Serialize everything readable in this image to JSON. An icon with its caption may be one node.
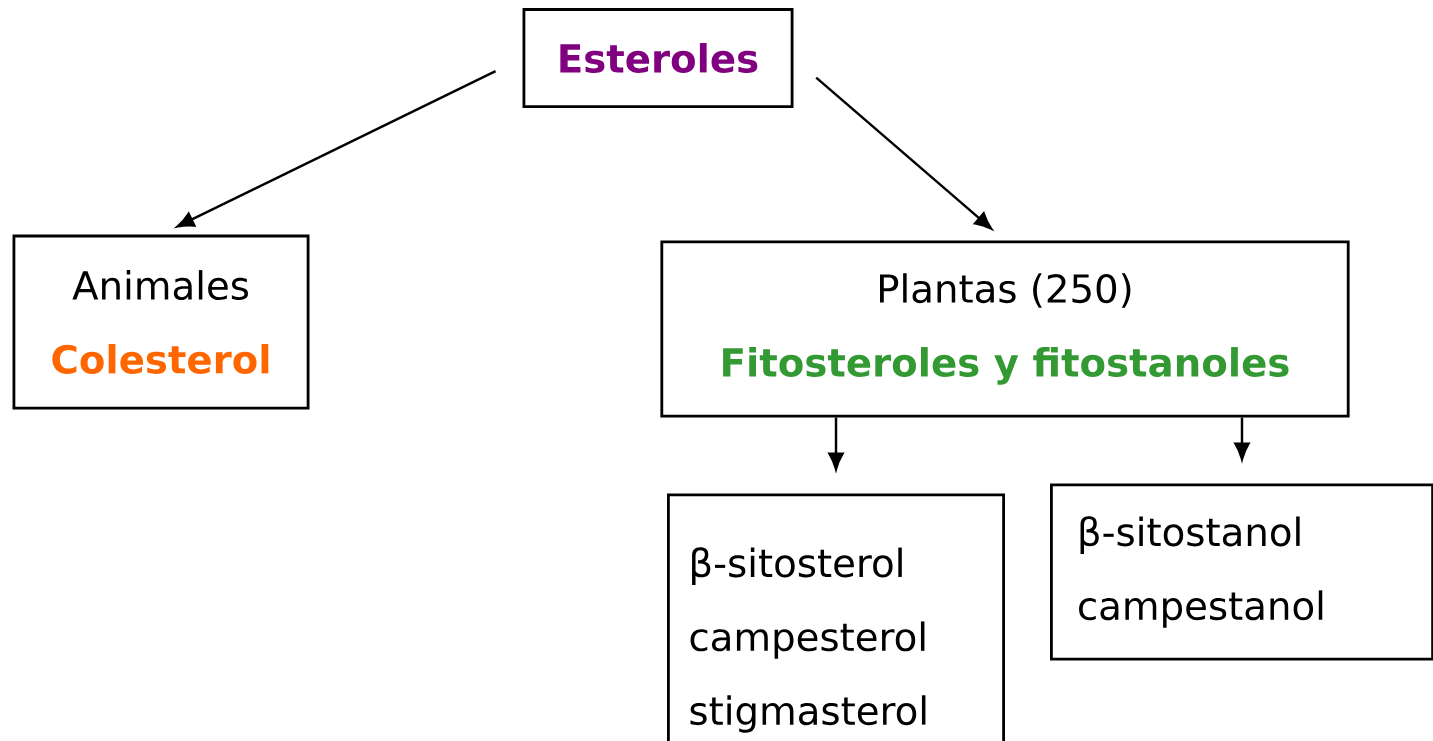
{
  "diagram": {
    "nodes": [
      {
        "text": [
          "Esteroles"
        ]
      },
      {
        "text": [
          "Animales",
          "Colesterol"
        ]
      },
      {
        "text": [
          "Plantas (250)",
          "Fitosteroles y fitostanoles"
        ]
      },
      {
        "text": [
          "β-sitosterol campesterol stigmasterol"
        ]
      },
      {
        "text": [
          "β-sitostanol campestanol"
        ]
      }
    ],
    "edges": [
      {
        "from": 0,
        "to": 1,
        "arrow": "to"
      },
      {
        "from": 0,
        "to": 2,
        "arrow": "to"
      },
      {
        "from": 2,
        "to": 3,
        "arrow": "to"
      },
      {
        "from": 2,
        "to": 4,
        "arrow": "to"
      }
    ]
  }
}
